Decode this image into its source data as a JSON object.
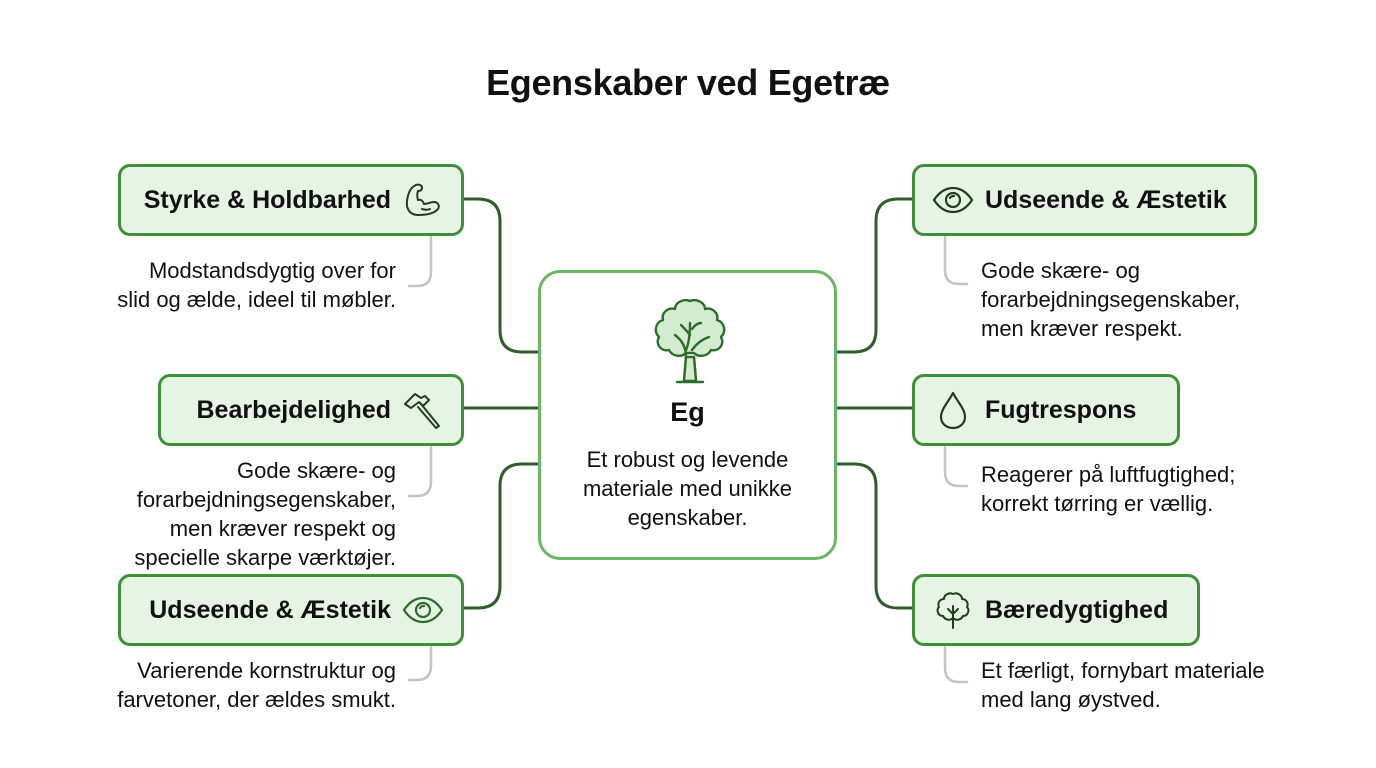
{
  "title": "Egenskaber ved Egetræ",
  "colors": {
    "node_fill": "#e6f4e3",
    "node_border": "#3f8f3a",
    "connector": "#2f5e2c",
    "center_border": "#6cb564",
    "desc_connector": "#c4c4c4",
    "icon_stroke": "#2f6b2a"
  },
  "center": {
    "icon": "oak-tree-icon",
    "title": "Eg",
    "description": "Et robust og levende materiale med unikke egenskaber."
  },
  "left_branches": [
    {
      "label": "Styrke & Holdbarhed",
      "icon": "flexed-arm-icon",
      "description_lines": [
        "Modstandsdygtig over for",
        "slid og ælde, ideel til møbler."
      ]
    },
    {
      "label": "Bearbejdelighed",
      "icon": "hammer-icon",
      "description_lines": [
        "Gode skære- og",
        "forarbejdningsegenskaber,",
        "men kræver respekt og",
        "specielle skarpe værktøjer."
      ]
    },
    {
      "label": "Udseende & Æstetik",
      "icon": "eye-icon",
      "description_lines": [
        "Varierende kornstruktur og",
        "farvetoner, der ældes smukt."
      ]
    }
  ],
  "right_branches": [
    {
      "label": "Udseende & Æstetik",
      "icon": "eye-icon",
      "description_lines": [
        "Gode skære- og",
        "forarbejdningsegenskaber,",
        "men kræver respekt."
      ]
    },
    {
      "label": "Fugtrespons",
      "icon": "water-drop-icon",
      "description_lines": [
        "Reagerer på luftfugtighed;",
        "korrekt tørring er vællig."
      ]
    },
    {
      "label": "Bæredygtighed",
      "icon": "tree-icon",
      "description_lines": [
        "Et færligt, fornybart materiale",
        "med lang øystved."
      ]
    }
  ]
}
